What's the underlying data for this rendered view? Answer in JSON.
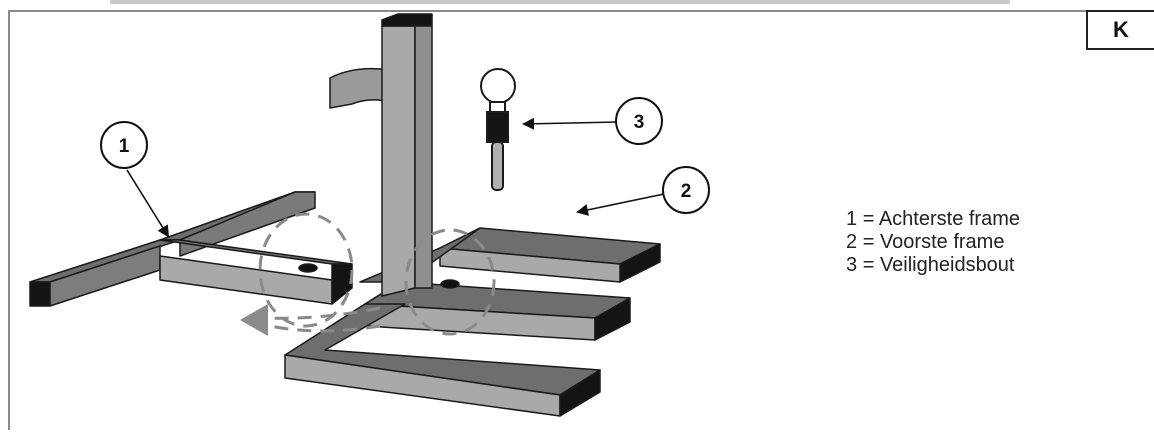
{
  "section_label": "K",
  "callouts": {
    "c1": "1",
    "c2": "2",
    "c3": "3"
  },
  "legend": [
    {
      "number": "1",
      "separator": "=",
      "text": "Achterste frame"
    },
    {
      "number": "2",
      "separator": "=",
      "text": "Voorste frame"
    },
    {
      "number": "3",
      "separator": "=",
      "text": "Veiligheidsbout"
    }
  ],
  "colors": {
    "top_face": "#6e6e6e",
    "side_face": "#a9a9a9",
    "end_face": "#141414",
    "outline": "#1a1a1a",
    "dash": "#8a8a8a"
  }
}
